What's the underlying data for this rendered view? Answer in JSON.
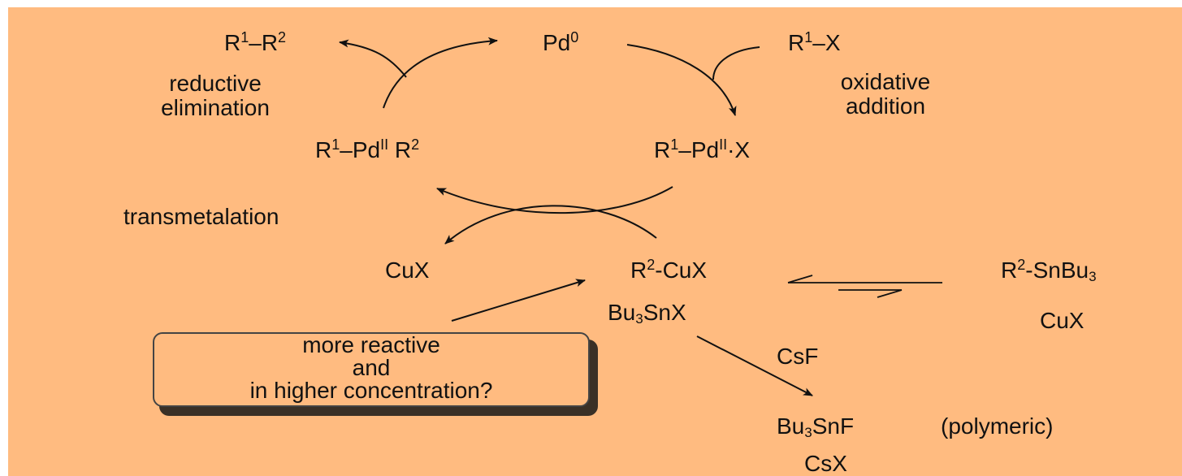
{
  "species": {
    "r1r2": {
      "a": "R",
      "a_sup": "1",
      "b": "–R",
      "b_sup": "2"
    },
    "pd0": {
      "a": "Pd",
      "a_sup": "0"
    },
    "r1x": {
      "a": "R",
      "a_sup": "1",
      "b": "–X"
    },
    "r1pdr2": {
      "a": "R",
      "a_sup": "1",
      "b": "–Pd",
      "b_sup": "II",
      "c": " R",
      "c_sup": "2"
    },
    "r1pdx": {
      "a": "R",
      "a_sup": "1",
      "b": "–Pd",
      "b_sup": "II",
      "c": "·X"
    },
    "cux_left": "CuX",
    "r2cux": {
      "a": "R",
      "a_sup": "2",
      "b": "-CuX"
    },
    "bu3snx": {
      "a": "Bu",
      "a_sub": "3",
      "b": "SnX"
    },
    "r2snbu3": {
      "a": "R",
      "a_sup": "2",
      "b": "-SnBu",
      "b_sub": "3"
    },
    "cux_right": "CuX",
    "csf": "CsF",
    "bu3snf": {
      "a": "Bu",
      "a_sub": "3",
      "b": "SnF"
    },
    "polymeric": "(polymeric)",
    "csx": "CsX"
  },
  "steps": {
    "reductive_elimination": [
      "reductive",
      "elimination"
    ],
    "oxidative_addition": [
      "oxidative",
      "addition"
    ],
    "transmetalation": "transmetalation"
  },
  "note": [
    "more reactive",
    "and",
    "in higher concentration?"
  ],
  "colors": {
    "background": "#ffbb80",
    "ink": "#111111"
  }
}
